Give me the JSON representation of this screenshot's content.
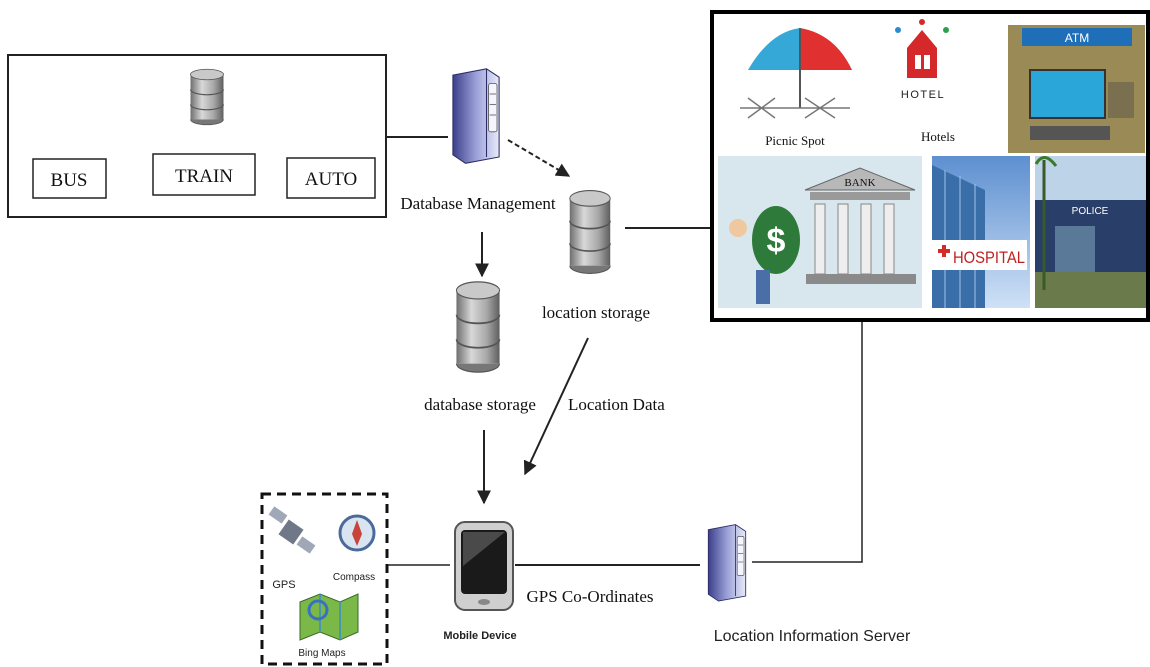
{
  "transport": {
    "bus": "BUS",
    "train": "TRAIN",
    "auto": "AUTO"
  },
  "labels": {
    "database_management": "Database Management",
    "location_storage": "location storage",
    "database_storage": "database storage",
    "location_data": "Location Data",
    "gps_coordinates": "GPS Co-Ordinates",
    "mobile_device": "Mobile Device",
    "location_information_server": "Location Information Server"
  },
  "services": {
    "picnic_spot": "Picnic Spot",
    "hotels": "Hotels",
    "hotel_sign": "HOTEL",
    "atm_sign": "ATM",
    "bank_sign": "BANK",
    "hospital_sign": "HOSPITAL",
    "police_sign": "POLICE"
  },
  "tools": {
    "gps": "GPS",
    "compass": "Compass",
    "bing_maps": "Bing Maps"
  },
  "icons": [
    "database-icon",
    "server-icon",
    "mobile-device-icon",
    "umbrella-icon",
    "hotel-icon",
    "atm-icon",
    "bank-icon",
    "hospital-icon",
    "police-icon",
    "satellite-icon",
    "compass-icon",
    "map-icon"
  ]
}
